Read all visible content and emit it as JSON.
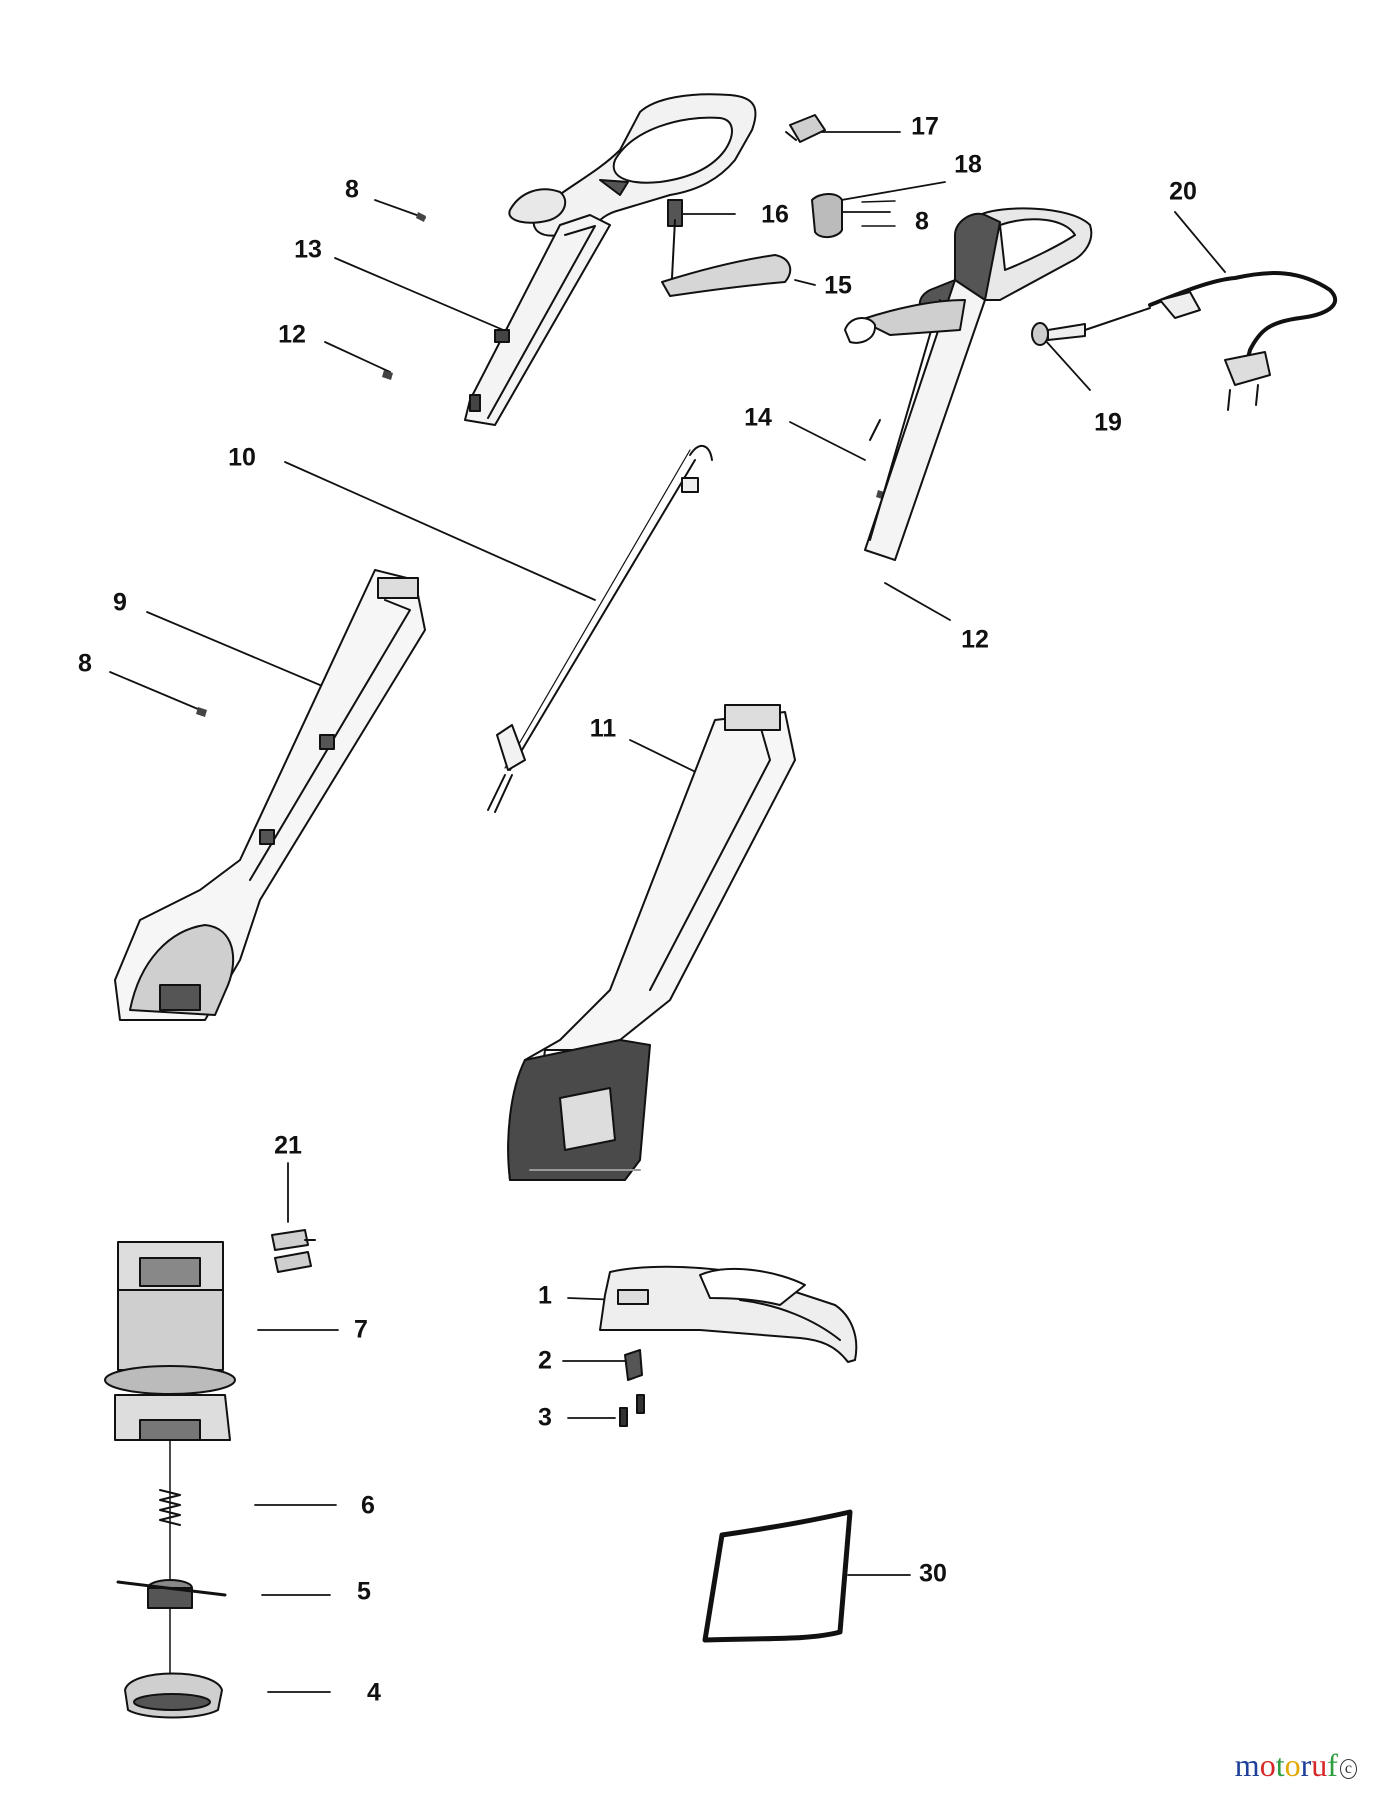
{
  "part_numbers": [
    "1",
    "2",
    "3",
    "4",
    "5",
    "6",
    "7",
    "8",
    "8",
    "8",
    "9",
    "10",
    "11",
    "12",
    "12",
    "13",
    "14",
    "15",
    "16",
    "17",
    "18",
    "19",
    "20",
    "21",
    "30"
  ],
  "watermark": {
    "letters": [
      "m",
      "o",
      "t",
      "o",
      "r",
      "u",
      "f"
    ],
    "colors": [
      "#1e3f9a",
      "#d62828",
      "#2e9e3e",
      "#e0a800",
      "#1e3f9a",
      "#d62828",
      "#2e9e3e"
    ],
    "mark": "c"
  }
}
